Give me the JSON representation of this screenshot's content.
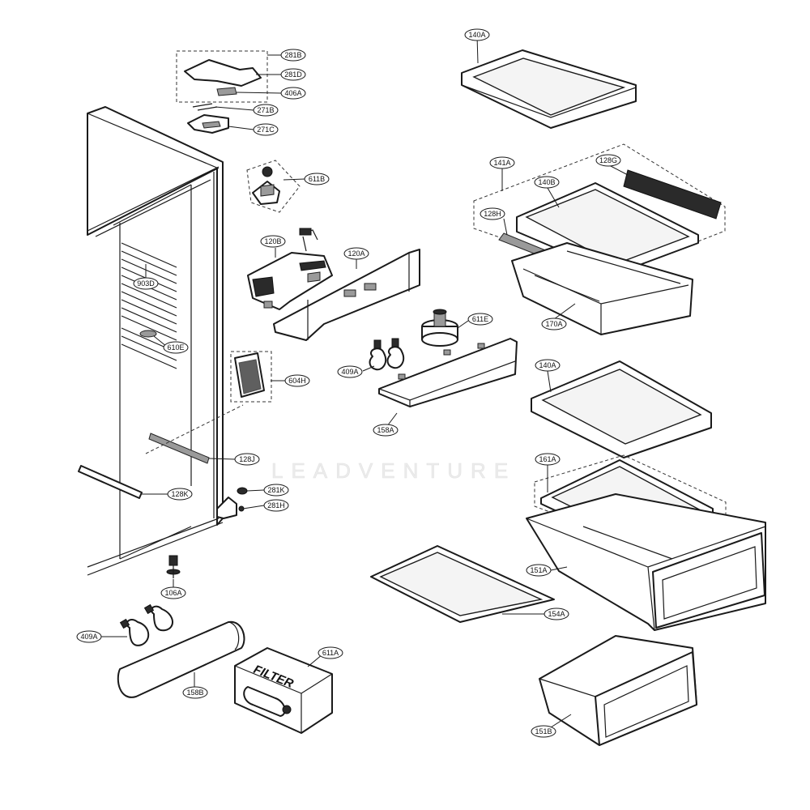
{
  "diagram": {
    "watermark": "LEADVENTURE",
    "filter_label": "FILTER",
    "callouts": [
      {
        "id": "281B",
        "label": "281B"
      },
      {
        "id": "281D",
        "label": "281D"
      },
      {
        "id": "406A",
        "label": "406A"
      },
      {
        "id": "271B",
        "label": "271B"
      },
      {
        "id": "271C",
        "label": "271C"
      },
      {
        "id": "611B",
        "label": "611B"
      },
      {
        "id": "120B",
        "label": "120B"
      },
      {
        "id": "120A",
        "label": "120A"
      },
      {
        "id": "903D",
        "label": "903D"
      },
      {
        "id": "610E",
        "label": "610E"
      },
      {
        "id": "604H",
        "label": "604H"
      },
      {
        "id": "128J",
        "label": "128J"
      },
      {
        "id": "128K",
        "label": "128K"
      },
      {
        "id": "281K",
        "label": "281K"
      },
      {
        "id": "281H",
        "label": "281H"
      },
      {
        "id": "106A",
        "label": "106A"
      },
      {
        "id": "409A-lower",
        "label": "409A"
      },
      {
        "id": "158B",
        "label": "158B"
      },
      {
        "id": "611A",
        "label": "611A"
      },
      {
        "id": "409A-upper",
        "label": "409A"
      },
      {
        "id": "611E",
        "label": "611E"
      },
      {
        "id": "158A",
        "label": "158A"
      },
      {
        "id": "140A-top",
        "label": "140A"
      },
      {
        "id": "141A",
        "label": "141A"
      },
      {
        "id": "128G",
        "label": "128G"
      },
      {
        "id": "140B",
        "label": "140B"
      },
      {
        "id": "128H",
        "label": "128H"
      },
      {
        "id": "170A",
        "label": "170A"
      },
      {
        "id": "140A-mid",
        "label": "140A"
      },
      {
        "id": "161A",
        "label": "161A"
      },
      {
        "id": "151A",
        "label": "151A"
      },
      {
        "id": "154A",
        "label": "154A"
      },
      {
        "id": "151B",
        "label": "151B"
      }
    ]
  }
}
